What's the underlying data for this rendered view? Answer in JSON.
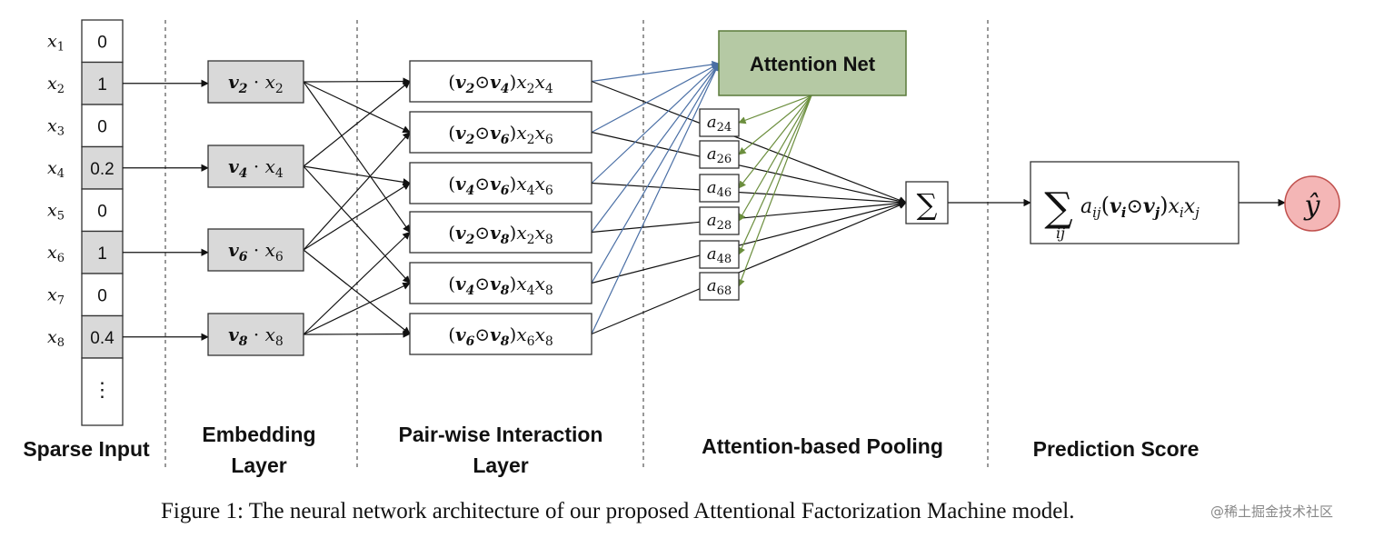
{
  "sparse_input": {
    "labels": [
      {
        "base": "x",
        "sub": "1",
        "value": "0",
        "highlight": false
      },
      {
        "base": "x",
        "sub": "2",
        "value": "1",
        "highlight": true
      },
      {
        "base": "x",
        "sub": "3",
        "value": "0",
        "highlight": false
      },
      {
        "base": "x",
        "sub": "4",
        "value": "0.2",
        "highlight": true
      },
      {
        "base": "x",
        "sub": "5",
        "value": "0",
        "highlight": false
      },
      {
        "base": "x",
        "sub": "6",
        "value": "1",
        "highlight": true
      },
      {
        "base": "x",
        "sub": "7",
        "value": "0",
        "highlight": false
      },
      {
        "base": "x",
        "sub": "8",
        "value": "0.4",
        "highlight": true
      }
    ],
    "ellipsis": "⋮"
  },
  "embeddings": [
    {
      "v": "v",
      "vsub": "2",
      "dot": "·",
      "x": "x",
      "xsub": "2"
    },
    {
      "v": "v",
      "vsub": "4",
      "dot": "·",
      "x": "x",
      "xsub": "4"
    },
    {
      "v": "v",
      "vsub": "6",
      "dot": "·",
      "x": "x",
      "xsub": "6"
    },
    {
      "v": "v",
      "vsub": "8",
      "dot": "·",
      "x": "x",
      "xsub": "8"
    }
  ],
  "interactions": [
    {
      "i": "2",
      "j": "4"
    },
    {
      "i": "2",
      "j": "6"
    },
    {
      "i": "4",
      "j": "6"
    },
    {
      "i": "2",
      "j": "8"
    },
    {
      "i": "4",
      "j": "8"
    },
    {
      "i": "6",
      "j": "8"
    }
  ],
  "interaction_symbols": {
    "open": "(",
    "v": "v",
    "odot": "⊙",
    "close": ")",
    "x": "x"
  },
  "attention_net": {
    "label": "Attention Net",
    "fill": "#b5c9a4",
    "stroke": "#5a7a3a"
  },
  "attention_weights": [
    {
      "base": "a",
      "sub": "24"
    },
    {
      "base": "a",
      "sub": "26"
    },
    {
      "base": "a",
      "sub": "46"
    },
    {
      "base": "a",
      "sub": "28"
    },
    {
      "base": "a",
      "sub": "48"
    },
    {
      "base": "a",
      "sub": "68"
    }
  ],
  "sum_symbol": "∑",
  "prediction_formula": {
    "sum": "∑",
    "sumsub": "ij",
    "a": "a",
    "asub": "ij",
    "open": "(",
    "vi": "v",
    "visub": "i",
    "odot": "⊙",
    "vj": "v",
    "vjsub": "j",
    "close": ")",
    "xi": "x",
    "xisub": "i",
    "xj": "x",
    "xjsub": "j"
  },
  "output": {
    "symbol": "ŷ",
    "fill": "#f4b6b6",
    "stroke": "#c0504d"
  },
  "layer_labels": {
    "sparse": "Sparse Input",
    "embedding": [
      "Embedding",
      "Layer"
    ],
    "pairwise": [
      "Pair-wise Interaction",
      "Layer"
    ],
    "pooling": "Attention-based Pooling",
    "prediction": "Prediction Score"
  },
  "caption": "Figure 1: The neural network architecture of our proposed Attentional Factorization Machine model.",
  "watermark": "@稀土掘金技术社区",
  "colors": {
    "blue_edges": "#4a6fa5",
    "green_edges": "#6b8e3d",
    "grey_cells": "#d9d9d9"
  }
}
